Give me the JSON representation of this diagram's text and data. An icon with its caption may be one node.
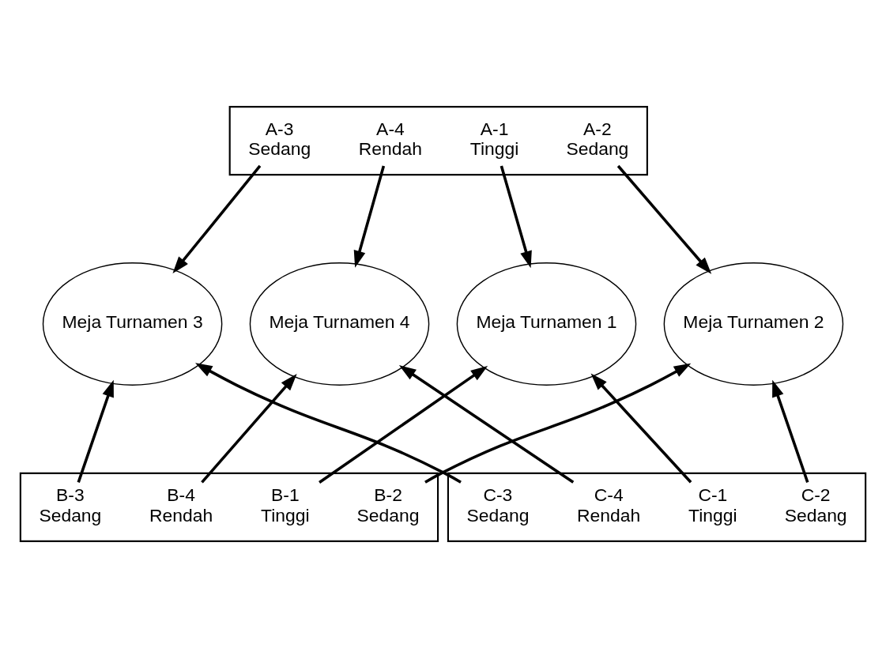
{
  "diagram": {
    "nodes": [
      {
        "text": [],
        "shape": "box"
      },
      {
        "text": [
          "A-1",
          "Tinggi"
        ],
        "in": 0
      },
      {
        "text": [
          "A-2",
          "Sedang"
        ],
        "in": 0
      },
      {
        "text": [
          "A-3",
          "Sedang"
        ],
        "in": 0
      },
      {
        "text": [
          "A-4",
          "Rendah"
        ],
        "in": 0
      },
      {
        "text": [
          "Meja Turnamen 1"
        ]
      },
      {
        "text": [
          "Meja Turnamen 2"
        ]
      },
      {
        "text": [
          "Meja Turnamen 3"
        ]
      },
      {
        "text": [
          "Meja Turnamen 4"
        ]
      },
      {
        "text": [],
        "shape": "box"
      },
      {
        "text": [
          "B-1",
          "Tinggi"
        ],
        "in": 9
      },
      {
        "text": [
          "B-2",
          "Sedang"
        ],
        "in": 9
      },
      {
        "text": [
          "B-3",
          "Sedang"
        ],
        "in": 9
      },
      {
        "text": [
          "B-4",
          "Rendah"
        ],
        "in": 9
      },
      {
        "text": [],
        "shape": "box"
      },
      {
        "text": [
          "C-1",
          "Tinggi"
        ],
        "in": 14
      },
      {
        "text": [
          "C-2",
          "Sedang"
        ],
        "in": 14
      },
      {
        "text": [
          "C-3",
          "Sedang"
        ],
        "in": 14
      },
      {
        "text": [
          "C-4",
          "Rendah"
        ],
        "in": 14
      }
    ],
    "edges": [
      {
        "from": 1,
        "to": 5,
        "arrow": "to"
      },
      {
        "from": 2,
        "to": 6,
        "arrow": "to"
      },
      {
        "from": 3,
        "to": 7,
        "arrow": "to"
      },
      {
        "from": 4,
        "to": 8,
        "arrow": "to"
      },
      {
        "from": 10,
        "to": 5,
        "arrow": "to"
      },
      {
        "from": 11,
        "to": 6,
        "arrow": "to"
      },
      {
        "from": 12,
        "to": 7,
        "arrow": "to"
      },
      {
        "from": 13,
        "to": 8,
        "arrow": "to"
      },
      {
        "from": 15,
        "to": 5,
        "arrow": "to"
      },
      {
        "from": 16,
        "to": 6,
        "arrow": "to"
      },
      {
        "from": 17,
        "to": 7,
        "arrow": "to"
      },
      {
        "from": 18,
        "to": 8,
        "arrow": "to"
      }
    ]
  }
}
